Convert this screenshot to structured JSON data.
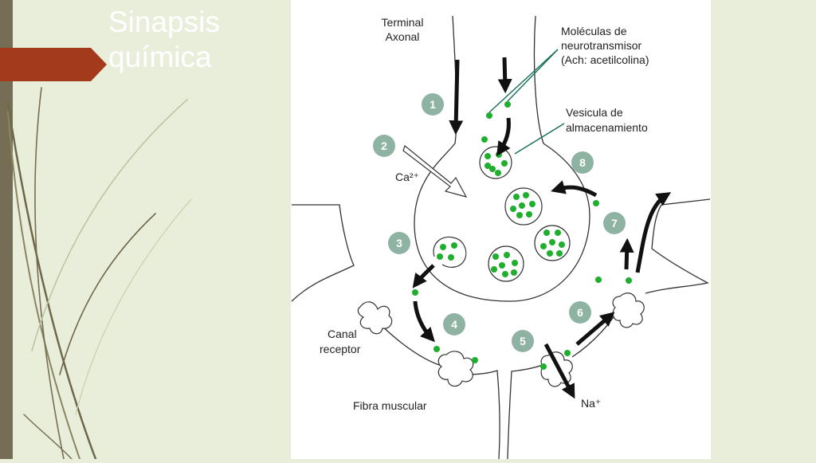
{
  "slide": {
    "title_line1": "Sinapsis",
    "title_line2": "química"
  },
  "diagram": {
    "labels": {
      "terminal_line1": "Terminal",
      "terminal_line2": "Axonal",
      "molecules_line1": "Moléculas de",
      "molecules_line2": "neurotransmisor",
      "molecules_line3": "(Ach: acetilcolina)",
      "vesicle_line1": "Vesicula de",
      "vesicle_line2": "almacenamiento",
      "calcium": "Ca²⁺",
      "channel_line1": "Canal",
      "channel_line2": "receptor",
      "muscle_fiber": "Fibra muscular",
      "sodium": "Na⁺"
    },
    "steps": [
      "1",
      "2",
      "3",
      "4",
      "5",
      "6",
      "7",
      "8"
    ]
  },
  "colors": {
    "background": "#e9eedb",
    "accent_bar": "#766e54",
    "title_arrow": "#a33a1c",
    "step_badge": "#8fb3a2",
    "neurotransmitter": "#1fae2d"
  }
}
